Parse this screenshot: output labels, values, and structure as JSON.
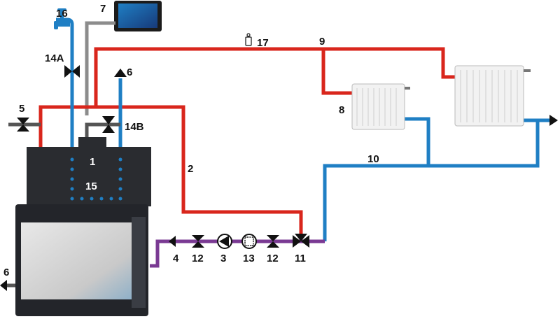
{
  "colors": {
    "hot": "#d9261c",
    "cold": "#1f7fc4",
    "return_mix": "#7a3a93",
    "signal": "#8c8c8c",
    "body": "#24262b"
  },
  "labels": {
    "fireplace": "1",
    "supply_pipe": "2",
    "pump": "3",
    "check_valve": "4",
    "safety_valve": "5",
    "drain_top": "6",
    "drain_bottom": "6",
    "controller": "7",
    "radiator_small": "8",
    "hot_main": "9",
    "return_main": "10",
    "mixing_valve": "11",
    "ball_valve_left": "12",
    "ball_valve_right": "12",
    "filter": "13",
    "valve_a": "14A",
    "valve_b": "14B",
    "heat_exchanger": "15",
    "water_tap": "16",
    "air_vent": "17"
  }
}
